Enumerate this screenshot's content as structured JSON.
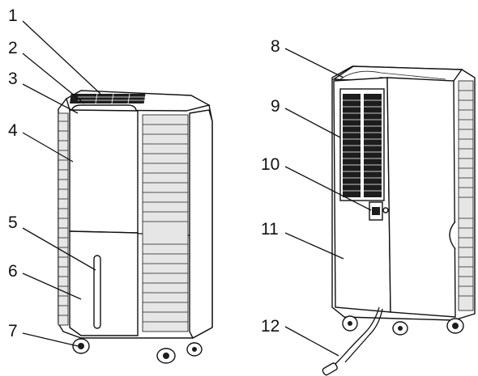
{
  "callouts": [
    {
      "num": "1",
      "part": "top-grille"
    },
    {
      "num": "2",
      "part": "control-panel"
    },
    {
      "num": "3",
      "part": "control-buttons"
    },
    {
      "num": "4",
      "part": "front-panel"
    },
    {
      "num": "5",
      "part": "water-level-window"
    },
    {
      "num": "6",
      "part": "water-tank"
    },
    {
      "num": "7",
      "part": "caster-wheel"
    },
    {
      "num": "8",
      "part": "handle"
    },
    {
      "num": "9",
      "part": "air-inlet-grille"
    },
    {
      "num": "10",
      "part": "drain-outlet"
    },
    {
      "num": "11",
      "part": "rear-panel"
    },
    {
      "num": "12",
      "part": "power-cord"
    }
  ],
  "colors": {
    "line": "#111111",
    "background": "#ffffff",
    "shading": "#1d1d1d"
  }
}
